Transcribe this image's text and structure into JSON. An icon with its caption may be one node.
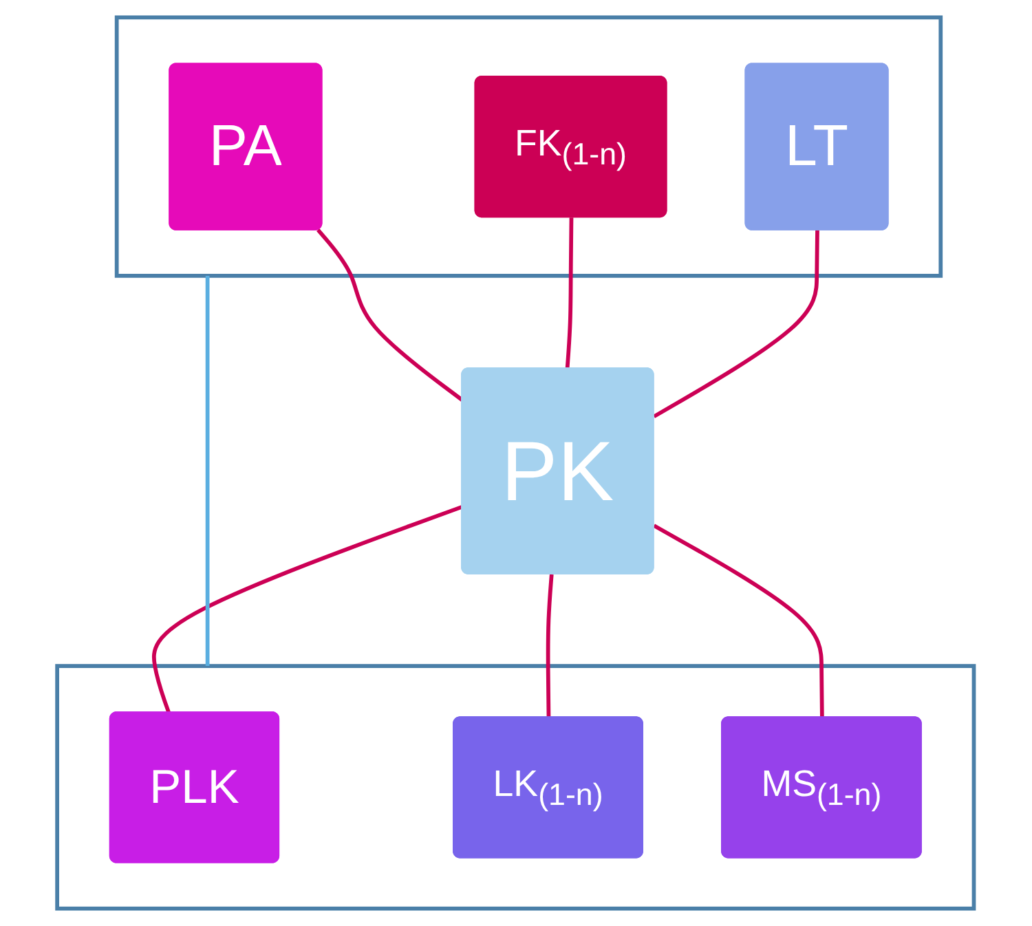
{
  "diagram": {
    "nodes": [
      {
        "text": [],
        "shape": "box"
      },
      {
        "text": [
          "PA"
        ],
        "in": 0
      },
      {
        "text": [
          "FK$_{(1-n)}$"
        ],
        "in": 0
      },
      {
        "text": [
          "LT"
        ],
        "in": 0
      },
      {
        "text": [
          "PK"
        ]
      },
      {
        "text": [],
        "shape": "box"
      },
      {
        "text": [
          "PLK"
        ],
        "in": 5
      },
      {
        "text": [
          "LK$_{(1-n)}$"
        ],
        "in": 5
      },
      {
        "text": [
          "MS$_{(1-n)}$"
        ],
        "in": 5
      }
    ],
    "edges": [
      {
        "from": 1,
        "to": 4,
        "arrow": "none"
      },
      {
        "from": 2,
        "to": 4,
        "arrow": "none"
      },
      {
        "from": 3,
        "to": 4,
        "arrow": "none"
      },
      {
        "from": 4,
        "to": 6,
        "arrow": "none"
      },
      {
        "from": 4,
        "to": 7,
        "arrow": "none"
      },
      {
        "from": 4,
        "to": 8,
        "arrow": "none"
      },
      {
        "from": 0,
        "to": 5,
        "arrow": "none",
        "color": "#5aaee0"
      }
    ]
  }
}
